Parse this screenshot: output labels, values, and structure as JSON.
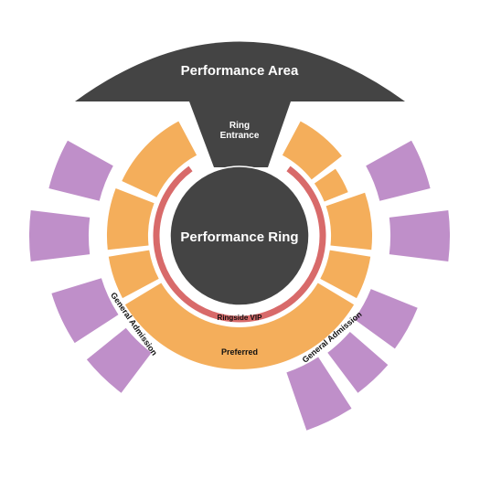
{
  "colors": {
    "stage": "#444444",
    "preferred": "#f4ae5b",
    "ringside_vip": "#d86a6a",
    "general_admission": "#bf8fc9",
    "background": "#ffffff"
  },
  "labels": {
    "performance_area": "Performance Area",
    "ring_entrance_line1": "Ring",
    "ring_entrance_line2": "Entrance",
    "performance_ring": "Performance Ring",
    "ringside_vip": "Ringside VIP",
    "preferred": "Preferred",
    "general_admission_left": "General Admission",
    "general_admission_right": "General Admission"
  }
}
